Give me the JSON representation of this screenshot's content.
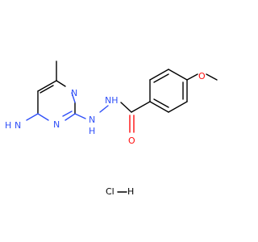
{
  "molecule": {
    "colors": {
      "nitrogen": "#3050F8",
      "oxygen": "#FF0D0D",
      "carbon": "#000000",
      "background": "#ffffff"
    },
    "labels": {
      "nh2_h": "H",
      "nh2_n": "N",
      "ring_n_top": "N",
      "ring_n_bottom": "N",
      "hydrazide_n1": "NH",
      "hydrazide_n2": "N",
      "hydrazide_n2_h": "H",
      "carbonyl_o": "O",
      "methoxy_o": "O"
    },
    "salt": {
      "cl": "Cl",
      "dash": "—",
      "h": "H"
    }
  }
}
